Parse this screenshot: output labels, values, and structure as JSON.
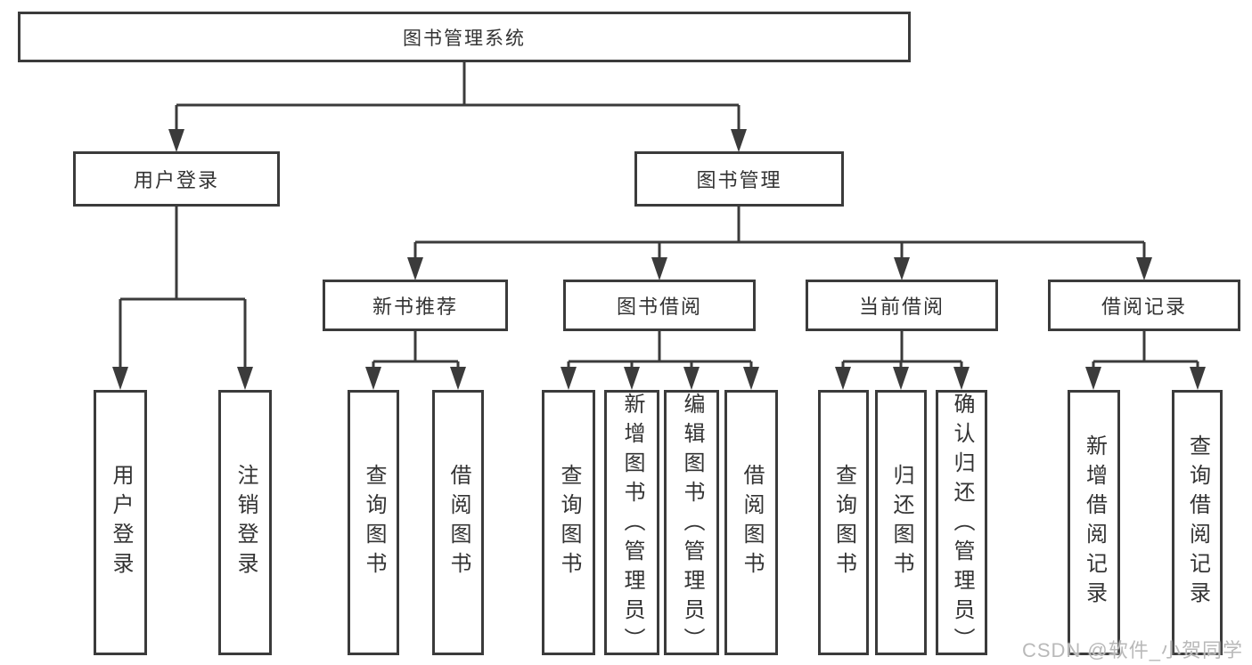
{
  "tree": {
    "root": "图书管理系统",
    "branches": [
      {
        "label": "用户登录",
        "children": [
          {
            "label": "用户登录"
          },
          {
            "label": "注销登录"
          }
        ]
      },
      {
        "label": "图书管理",
        "children": [
          {
            "label": "新书推荐",
            "children": [
              {
                "label": "查询图书"
              },
              {
                "label": "借阅图书"
              }
            ]
          },
          {
            "label": "图书借阅",
            "children": [
              {
                "label": "查询图书"
              },
              {
                "label": "新增图书（管理员）"
              },
              {
                "label": "编辑图书（管理员）"
              },
              {
                "label": "借阅图书"
              }
            ]
          },
          {
            "label": "当前借阅",
            "children": [
              {
                "label": "查询图书"
              },
              {
                "label": "归还图书"
              },
              {
                "label": "确认归还（管理员）"
              }
            ]
          },
          {
            "label": "借阅记录",
            "children": [
              {
                "label": "新增借阅记录"
              },
              {
                "label": "查询借阅记录"
              }
            ]
          }
        ]
      }
    ]
  },
  "watermark": {
    "text": "CSDN @软件_小贺同学"
  },
  "colors": {
    "line": "#3b3b3b",
    "text": "#333333",
    "background": "#ffffff",
    "watermark": "#b9b9b9"
  }
}
